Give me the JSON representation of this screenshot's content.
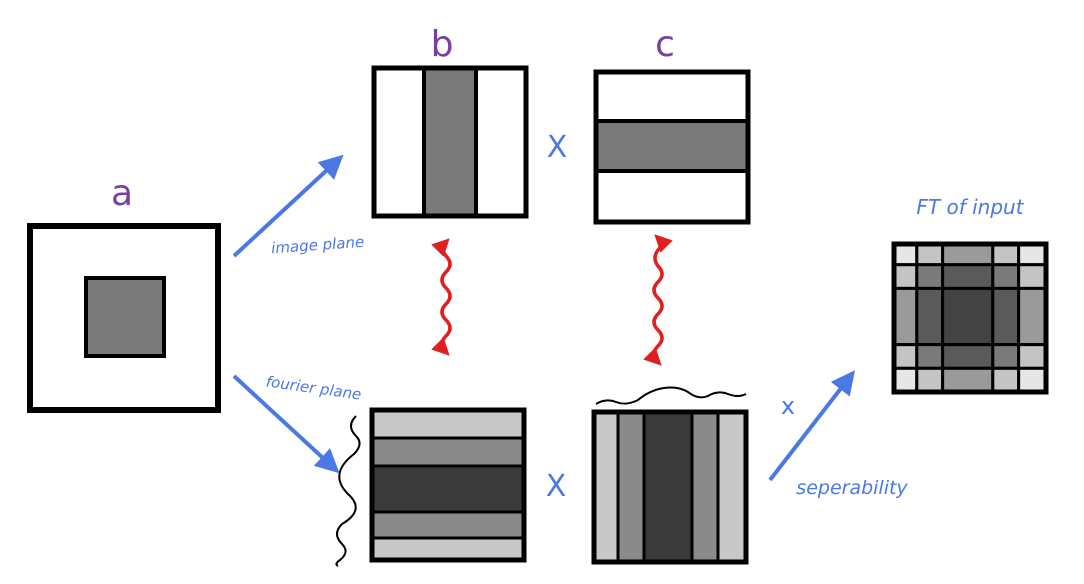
{
  "labels": {
    "a": "a",
    "b": "b",
    "c": "c",
    "image_plane": "image plane",
    "fourier_plane": "fourier plane",
    "seperability": "seperability",
    "ft_of_input": "FT of input",
    "times_top": "X",
    "times_bottom": "X",
    "times_small": "x"
  },
  "colors": {
    "purple_label": "#7b3fa0",
    "blue_ink": "#4a78e6",
    "red_arrow": "#e02020",
    "outline": "#000000",
    "gray_mid": "#7a7a7a",
    "gray_dark": "#3a3a3a",
    "gray_light": "#c8c8c8",
    "gray_lighter": "#dcdcdc"
  }
}
